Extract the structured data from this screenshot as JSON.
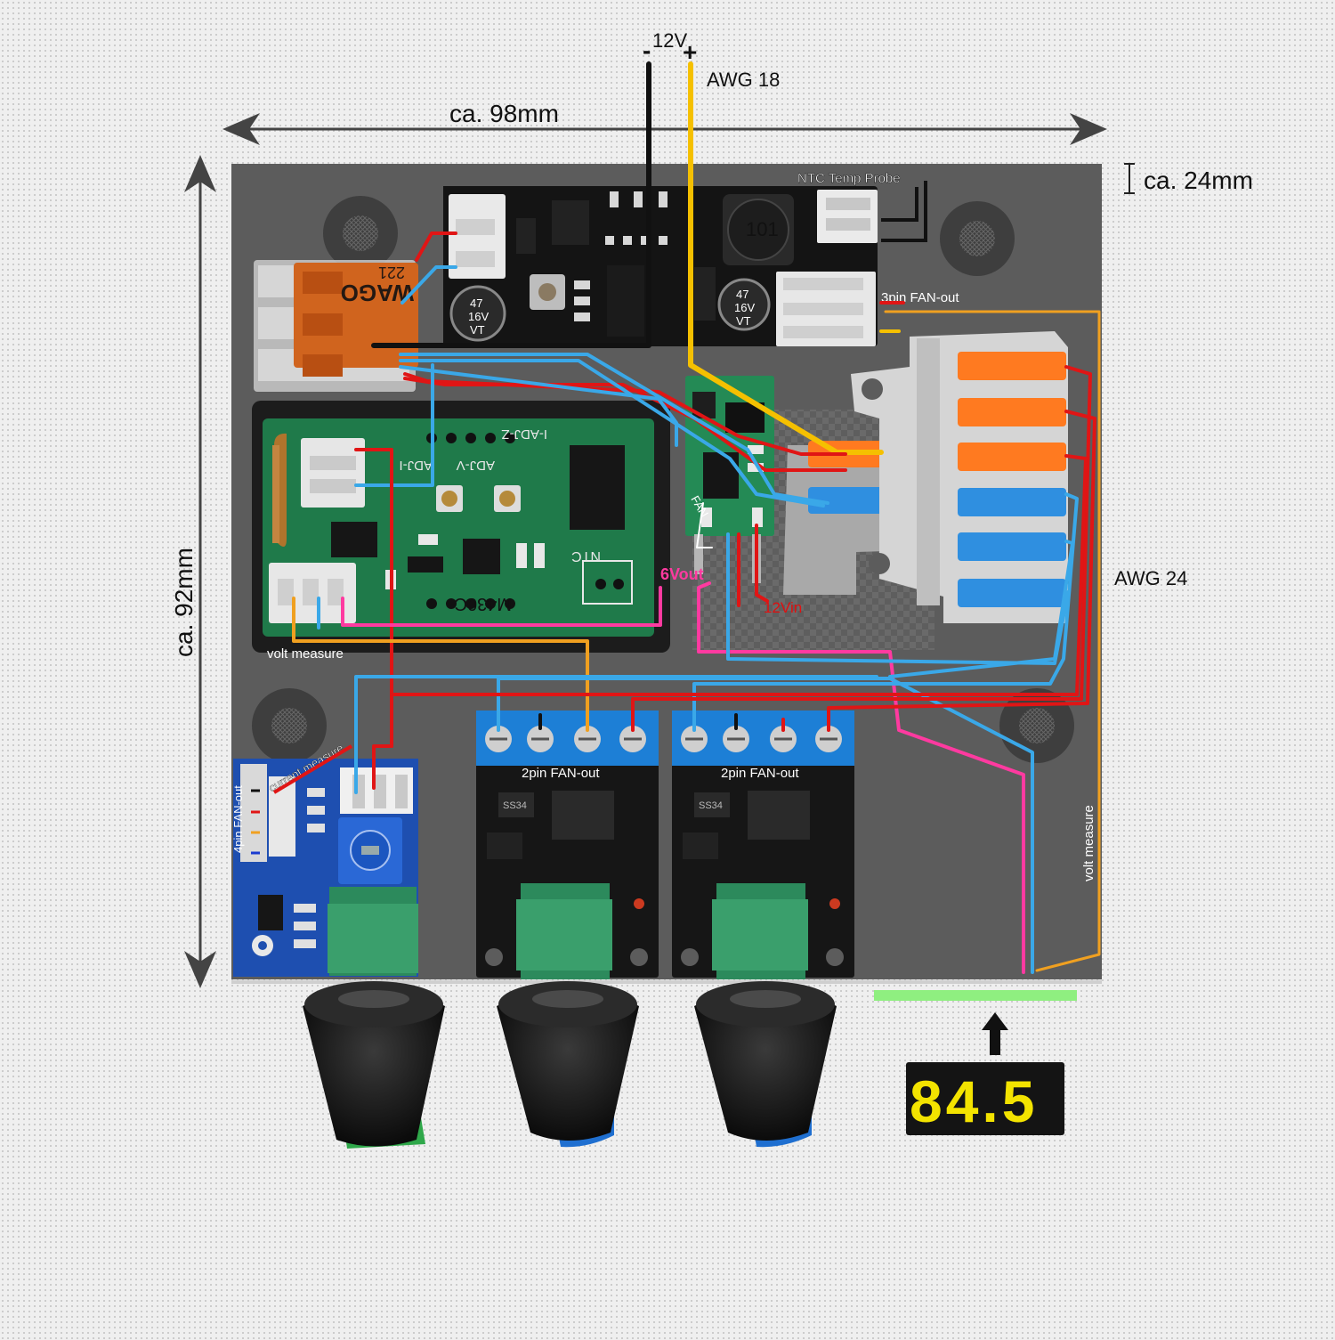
{
  "labels": {
    "supply_voltage": "12V",
    "supply_minus": "-",
    "supply_plus": "+",
    "awg18": "AWG 18",
    "width_dim": "ca. 98mm",
    "height_dim": "ca. 92mm",
    "depth_dim": "ca. 24mm",
    "ntc_probe": "NTC Temp Probe",
    "fan3pin_out": "3pin FAN-out",
    "awg24": "AWG 24",
    "fan_label": "FAN",
    "six_vout": "6Vout",
    "twelve_vin": "12Vin",
    "volt_measure_left": "volt measure",
    "volt_measure_right": "volt measure",
    "current_measure": "current measure",
    "fan4pin_out": "4pin FAN-out",
    "fan2pin_out_1": "2pin FAN-out",
    "fan2pin_out_2": "2pin FAN-out",
    "display_reading": "84.5"
  },
  "board_marks": {
    "wago_brand": "WAGO",
    "wago_model": "221",
    "cap_left": [
      "47",
      "16V",
      "VT"
    ],
    "cap_right": [
      "47",
      "16V",
      "VT"
    ],
    "inductor": "101",
    "meter_model": "M430C",
    "meter_ntc": "NTC",
    "meter_ada_i": "ADJ-I",
    "meter_ada_v": "ADJ-V",
    "meter_top": "I-ADJ-Z",
    "pot_left": "SS34",
    "pot_right": "SS34"
  },
  "colors": {
    "panel": "#5c5c5c",
    "wire_red": "#e01515",
    "wire_blue": "#3aa8e8",
    "wire_orange": "#f0a020",
    "wire_pink": "#ff3aa0",
    "wire_black": "#111111",
    "wire_yellow": "#f5c000",
    "lever_orange": "#ff7a20",
    "lever_blue": "#2f8fe0",
    "pcb_green": "#1f7a4a",
    "pcb_black": "#141414",
    "pcb_blue": "#1e4fb0",
    "terminal_blue": "#1d7fd6",
    "display_digits": "#f3e300",
    "light_green": "#8fef80"
  },
  "icons": [
    "arrow-up-icon",
    "screw-terminal-icon",
    "knob-icon",
    "mount-hole-icon"
  ]
}
